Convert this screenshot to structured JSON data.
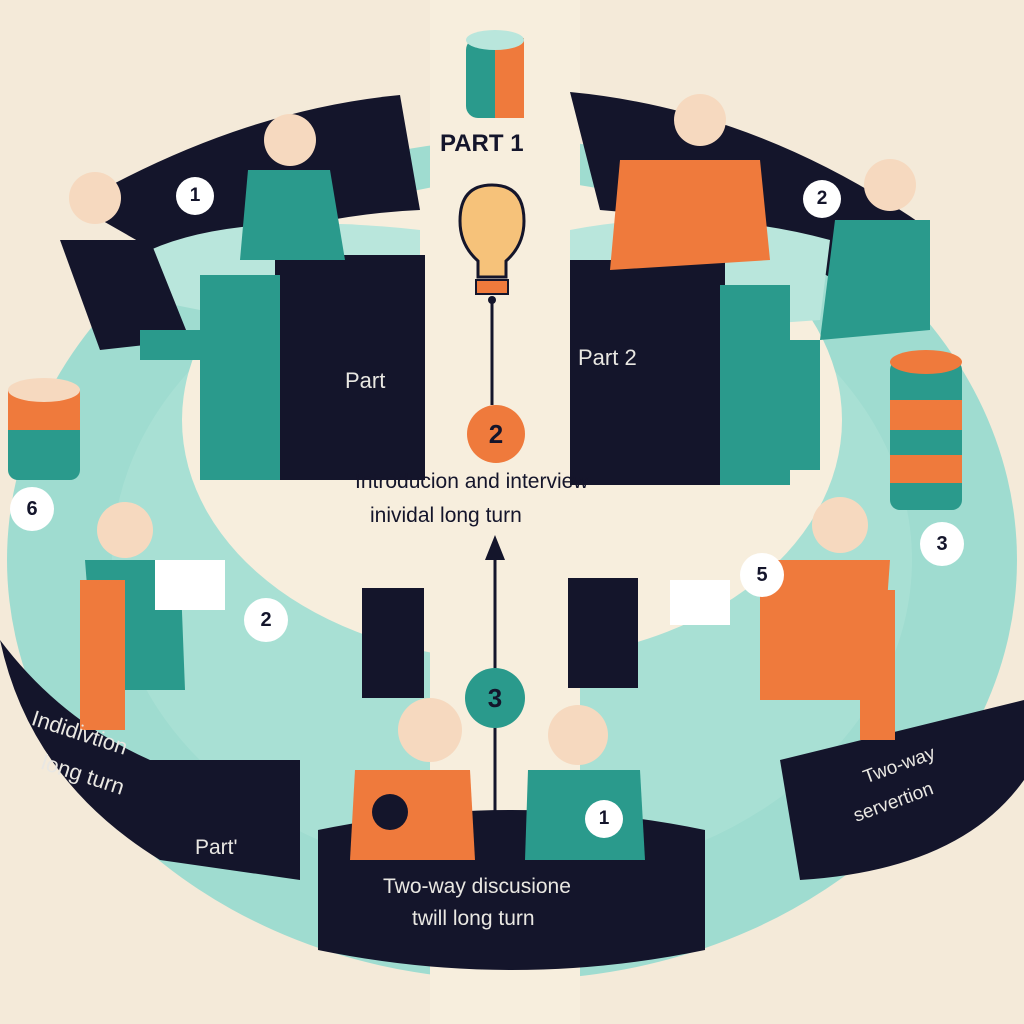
{
  "colors": {
    "background": "#f4ead9",
    "mint": "#9fdcd0",
    "teal": "#2a9a8c",
    "orange": "#ef7a3c",
    "navy": "#14152b",
    "cream": "#f7eedd"
  },
  "center": {
    "part_heading": "PART 1",
    "step_number": "2",
    "caption_line1": "Introducion and interview",
    "caption_line2": "inividal long turn",
    "bottom_number": "3"
  },
  "badges": {
    "top_left": "1",
    "top_right": "2",
    "left": "6",
    "right": "3",
    "lower_left": "2",
    "lower_right": "5",
    "shirt": "1"
  },
  "panels": {
    "top_left_label": "Part",
    "top_right_label": "Part 2",
    "bottom_left_line1": "Indidivtion",
    "bottom_left_line2": "long turn",
    "bottom_left_sub": "Part'",
    "bottom_right_line1": "Two-way",
    "bottom_right_line2": "servertion",
    "bottom_center_line1": "Two-way discusione",
    "bottom_center_line2": "twill long turn"
  }
}
